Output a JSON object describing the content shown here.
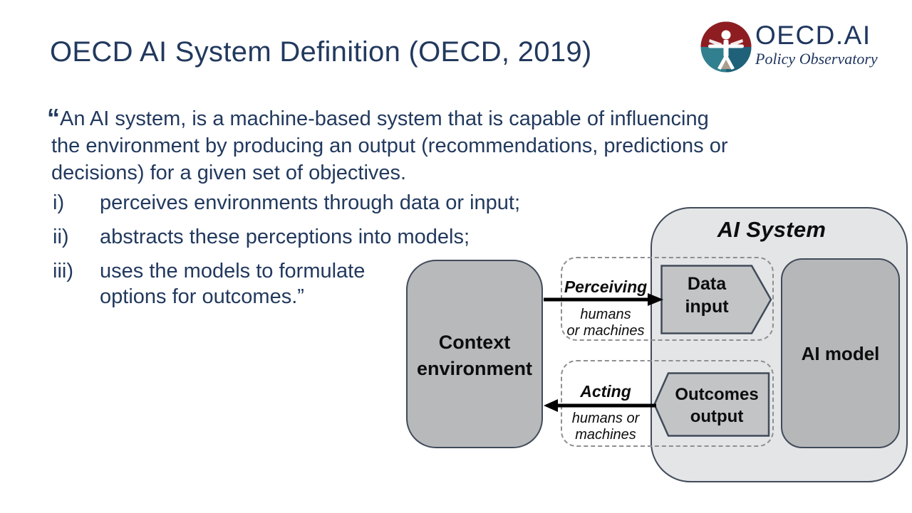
{
  "slide": {
    "title": "OECD AI System Definition (OECD, 2019)"
  },
  "logo": {
    "brand": "OECD.AI",
    "tagline": "Policy Observatory"
  },
  "quote": {
    "open_mark": "“",
    "lines": [
      "An AI system, is a machine-based system that is capable of influencing",
      "the environment by producing an output (recommendations, predictions or",
      "decisions) for a given set of objectives."
    ]
  },
  "list": {
    "items": [
      {
        "marker": "i)",
        "text": "perceives environments through data or input;"
      },
      {
        "marker": "ii)",
        "text": "abstracts these perceptions into models;"
      },
      {
        "marker": "iii)",
        "text": "uses the models to formulate options for outcomes.”"
      }
    ]
  },
  "diagram": {
    "ai_system_label": "AI System",
    "context_box": {
      "line1": "Context",
      "line2": "environment"
    },
    "data_input": {
      "line1": "Data",
      "line2": "input"
    },
    "outcomes": {
      "line1": "Outcomes",
      "line2": "output"
    },
    "ai_model_label": "AI model",
    "perceiving": {
      "label": "Perceiving",
      "sub1": "humans",
      "sub2": "or machines"
    },
    "acting": {
      "label": "Acting",
      "sub1": "humans or",
      "sub2": "machines"
    }
  },
  "colors": {
    "text_navy": "#22395e",
    "container_gray": "#e4e5e6",
    "box_gray": "#b7b9bb",
    "shape_gray": "#c2c4c6",
    "border_dark": "#414b59",
    "dashed_gray": "#8d8f91",
    "arrow_black": "#000000",
    "logo_red": "#8e1d22",
    "logo_teal_left": "#32808f",
    "logo_teal_right": "#1e6179"
  }
}
